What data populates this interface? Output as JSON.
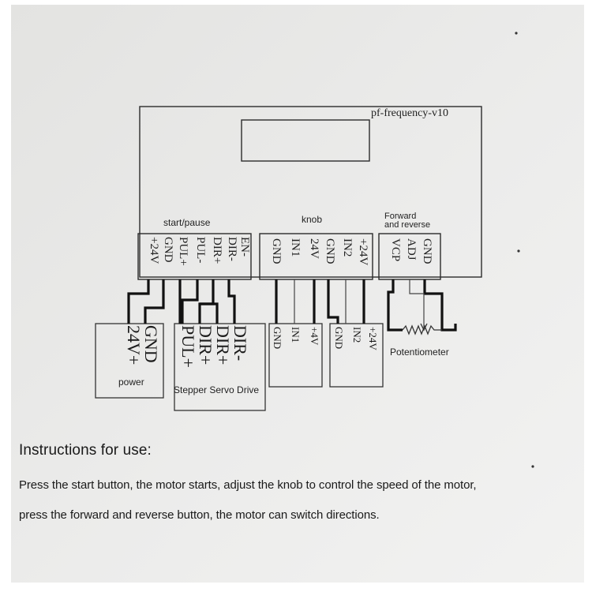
{
  "board": {
    "title": "pf-frequency-v10",
    "header_start": "start/pause",
    "header_knob": "knob",
    "header_fr_line1": "Forward",
    "header_fr_line2": "and reverse"
  },
  "pins": {
    "left": [
      "+24V",
      "GND",
      "PUL+",
      "PUL-",
      "DIR+",
      "DIR-",
      "EN-"
    ],
    "knob": [
      "GND",
      "IN1",
      "24V",
      "GND",
      "IN2",
      "+24V"
    ],
    "fr": [
      "VCP",
      "ADJ",
      "GND"
    ]
  },
  "power": {
    "terminals": [
      "GND",
      "24V+"
    ],
    "label": "power"
  },
  "driver": {
    "terminals": [
      "PUL+",
      "DIR+",
      "DIR+",
      "DIR-"
    ],
    "label": "Stepper Servo Drive"
  },
  "switch1": {
    "terminals": [
      "GND",
      "IN1",
      "+4V"
    ]
  },
  "switch2": {
    "terminals": [
      "GND",
      "IN2",
      "+24V"
    ]
  },
  "potentiometer": {
    "label": "Potentiometer"
  },
  "instructions": {
    "title": "Instructions for use:",
    "line1": "Press the start button, the motor starts, adjust the knob to control the speed of the motor,",
    "line2": "press the forward and reverse button, the motor can switch directions."
  },
  "colors": {
    "paper": "#ebebea",
    "ink": "#2a2a2a",
    "thick_wire": "#111111"
  }
}
